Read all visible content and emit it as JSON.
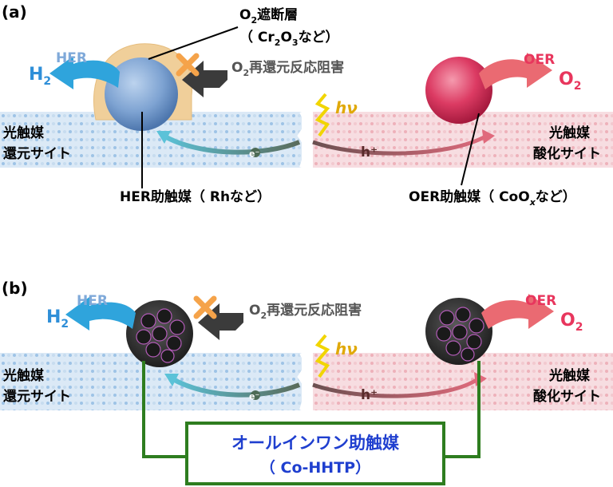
{
  "panel_a": {
    "tag": "(a)",
    "h2": "H",
    "h2_sub": "2",
    "her": "HER",
    "oer": "OER",
    "o2": "O",
    "o2_sub": "2",
    "barrier_o": "O",
    "barrier_sub": "2",
    "barrier_rest": "遮断層",
    "barrier_paren_open": "（ ",
    "barrier_cr": "Cr",
    "barrier_cr_sub": "2",
    "barrier_o2": "O",
    "barrier_o2_sub": "3",
    "barrier_tail": "など）",
    "inhibit_o": "O",
    "inhibit_sub": "2",
    "inhibit_rest": "再還元反応阻害",
    "left_site_l1": "光触媒",
    "left_site_l2": "還元サイト",
    "right_site_l1": "光触媒",
    "right_site_l2": "酸化サイト",
    "hv": "hν",
    "electron": "e⁻",
    "hole": "h⁺",
    "her_cat": "HER助触媒（ Rhなど）",
    "oer_cat_a": "OER助触媒（ CoO",
    "oer_cat_x": "x",
    "oer_cat_b": "など）"
  },
  "panel_b": {
    "tag": "(b)",
    "h2": "H",
    "h2_sub": "2",
    "her": "HER",
    "oer": "OER",
    "o2": "O",
    "o2_sub": "2",
    "inhibit_o": "O",
    "inhibit_sub": "2",
    "inhibit_rest": "再還元反応阻害",
    "left_site_l1": "光触媒",
    "left_site_l2": "還元サイト",
    "right_site_l1": "光触媒",
    "right_site_l2": "酸化サイト",
    "hv": "hν",
    "electron": "e⁻",
    "hole": "h⁺",
    "allinone_l1": "オールインワン助触媒",
    "allinone_l2": "（ Co-HHTP）"
  },
  "colors": {
    "her_blue": "#2f8fd8",
    "oer_red": "#e8365d",
    "green_box": "#2e7d1f",
    "allinone_text": "#1f3fcf"
  }
}
